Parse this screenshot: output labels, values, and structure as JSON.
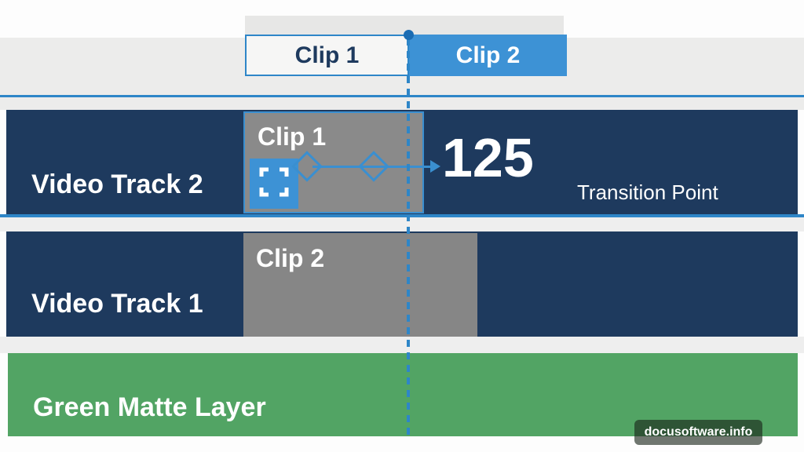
{
  "top_strip": {
    "clip1_label": "Clip 1",
    "clip2_label": "Clip 2"
  },
  "timeline": {
    "track2": {
      "name": "Video Track 2",
      "clip": {
        "label": "Clip 1"
      }
    },
    "track1": {
      "name": "Video Track 1",
      "clip": {
        "label": "Clip 2"
      }
    },
    "matte": {
      "name": "Green Matte Layer"
    }
  },
  "transition": {
    "frame": "125",
    "caption": "Transition Point"
  },
  "watermark": {
    "text": "docusoftware.info"
  },
  "colors": {
    "navy": "#1e3a5e",
    "accent_blue": "#2e86c8",
    "clip_blue": "#3d92d5",
    "clip_gray": "#8a8a8a",
    "light_gray": "#ececeb",
    "green": "#52a464",
    "text_white": "#ffffff"
  }
}
